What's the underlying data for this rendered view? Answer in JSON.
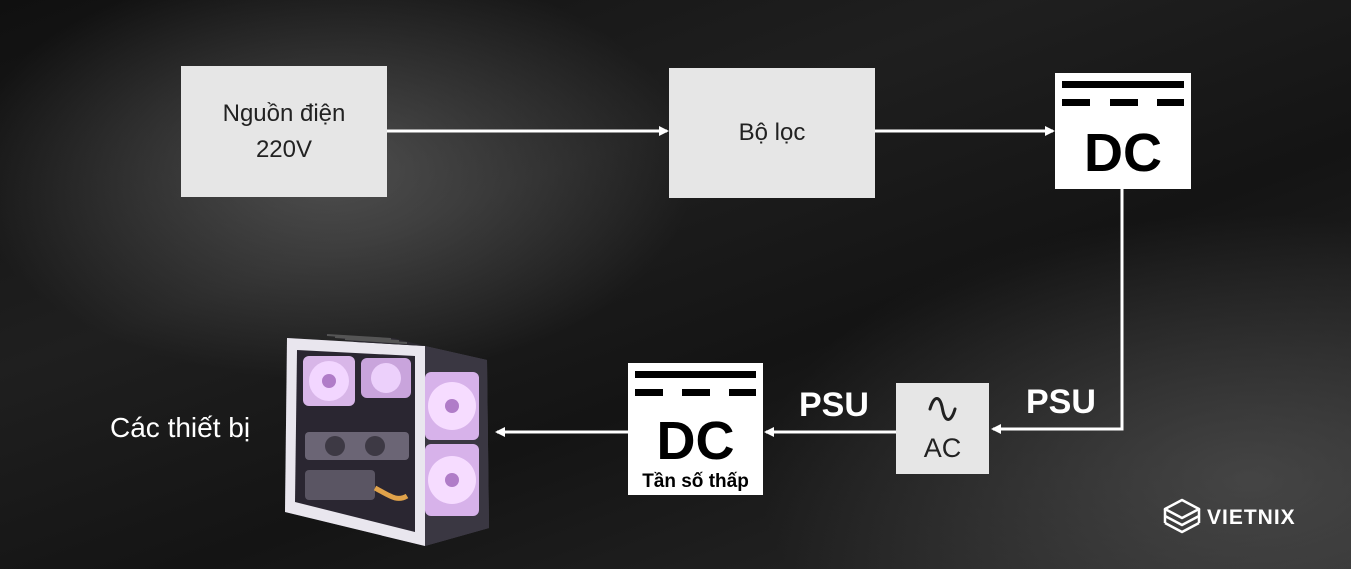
{
  "blocks": {
    "source": {
      "line1": "Nguồn điện",
      "line2": "220V"
    },
    "filter": {
      "label": "Bộ lọc"
    },
    "dc_top": {
      "label": "DC"
    },
    "ac": {
      "label": "AC",
      "icon": "sine-wave-icon"
    },
    "dc_low": {
      "label": "DC",
      "caption": "Tần số thấp"
    }
  },
  "labels": {
    "psu_right": "PSU",
    "psu_left": "PSU",
    "devices": "Các thiết bị"
  },
  "brand": {
    "name": "VIETNIX",
    "icon": "stacked-layers-logo-icon"
  },
  "colors": {
    "box_fill": "#e6e6e6",
    "dc_fill": "#ffffff",
    "line": "#ffffff",
    "background": "#1a1a1a"
  }
}
